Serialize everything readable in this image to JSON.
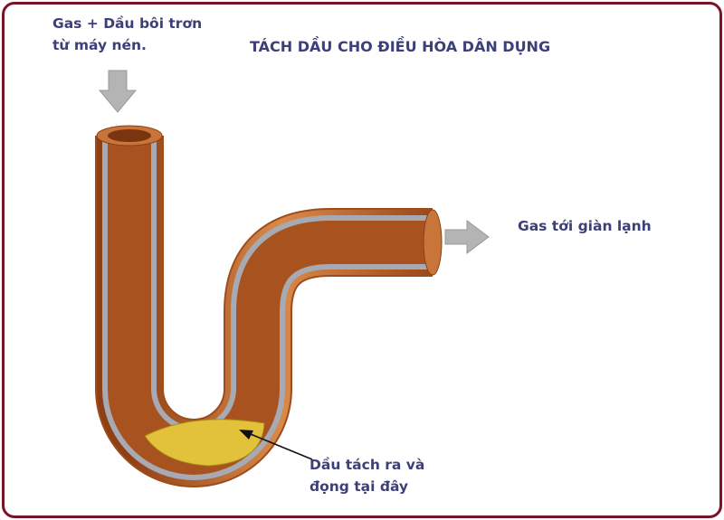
{
  "title": "TÁCH DẦU CHO ĐIỀU HÒA DÂN DỤNG",
  "labels": {
    "inlet_line1": "Gas + Dầu bôi trơn",
    "inlet_line2": "từ máy nén.",
    "outlet": "Gas tới giàn lạnh",
    "oil_line1": "Dầu tách ra và",
    "oil_line2": "đọng tại đây"
  },
  "colors": {
    "text": "#3c3f78",
    "border": "#7a1424",
    "copper": "#b8622a",
    "wall": "#a7aab2",
    "oil": "#e2c23a",
    "arrow": "#b4b4b4"
  }
}
